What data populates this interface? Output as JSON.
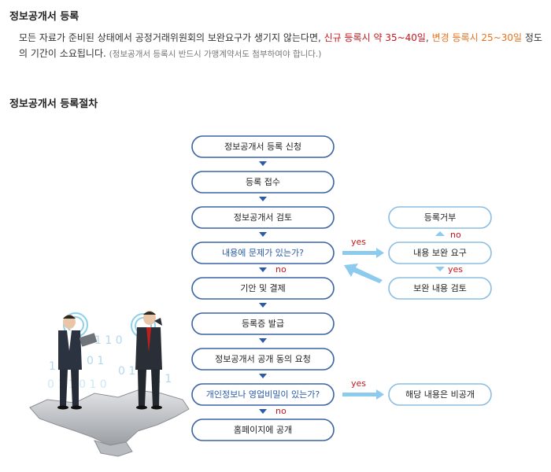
{
  "section1": {
    "title": "정보공개서 등록",
    "text_before": "모든 자료가 준비된 상태에서 공정거래위원회의 보완요구가 생기지 않는다면, ",
    "new_reg": "신규 등록시 약 35~40일",
    "comma": ", ",
    "change_reg": "변경 등록시 25~30일",
    "text_after": " 정도의 기간이 소요됩니다.",
    "note": "(정보공개서 등록시 반드시 가맹계약서도 첨부하여야 합니다.)"
  },
  "section2": {
    "title": "정보공개서 등록절차"
  },
  "flow": {
    "steps": [
      "정보공개서 등록 신청",
      "등록 접수",
      "정보공개서 검토",
      "내용에 문제가 있는가?",
      "기안 및 결제",
      "등록증 발급",
      "정보공개서 공개 동의 요청",
      "개인정보나 영업비밀이 있는가?",
      "홈페이지에 공개"
    ],
    "side_boxes": {
      "reject": "등록거부",
      "supplement_request": "내용 보완 요구",
      "supplement_review": "보완 내용 검토",
      "private": "해당 내용은 비공개"
    },
    "labels": {
      "yes": "yes",
      "no": "no"
    }
  },
  "colors": {
    "box_border": "#3a62a6",
    "box_border_light": "#8bbde3",
    "question_text": "#2b5aa8",
    "arrow_dark": "#2b5aa8",
    "arrow_light": "#8ccbee",
    "no_text": "#c8161d",
    "yes_text": "#c8161d"
  }
}
